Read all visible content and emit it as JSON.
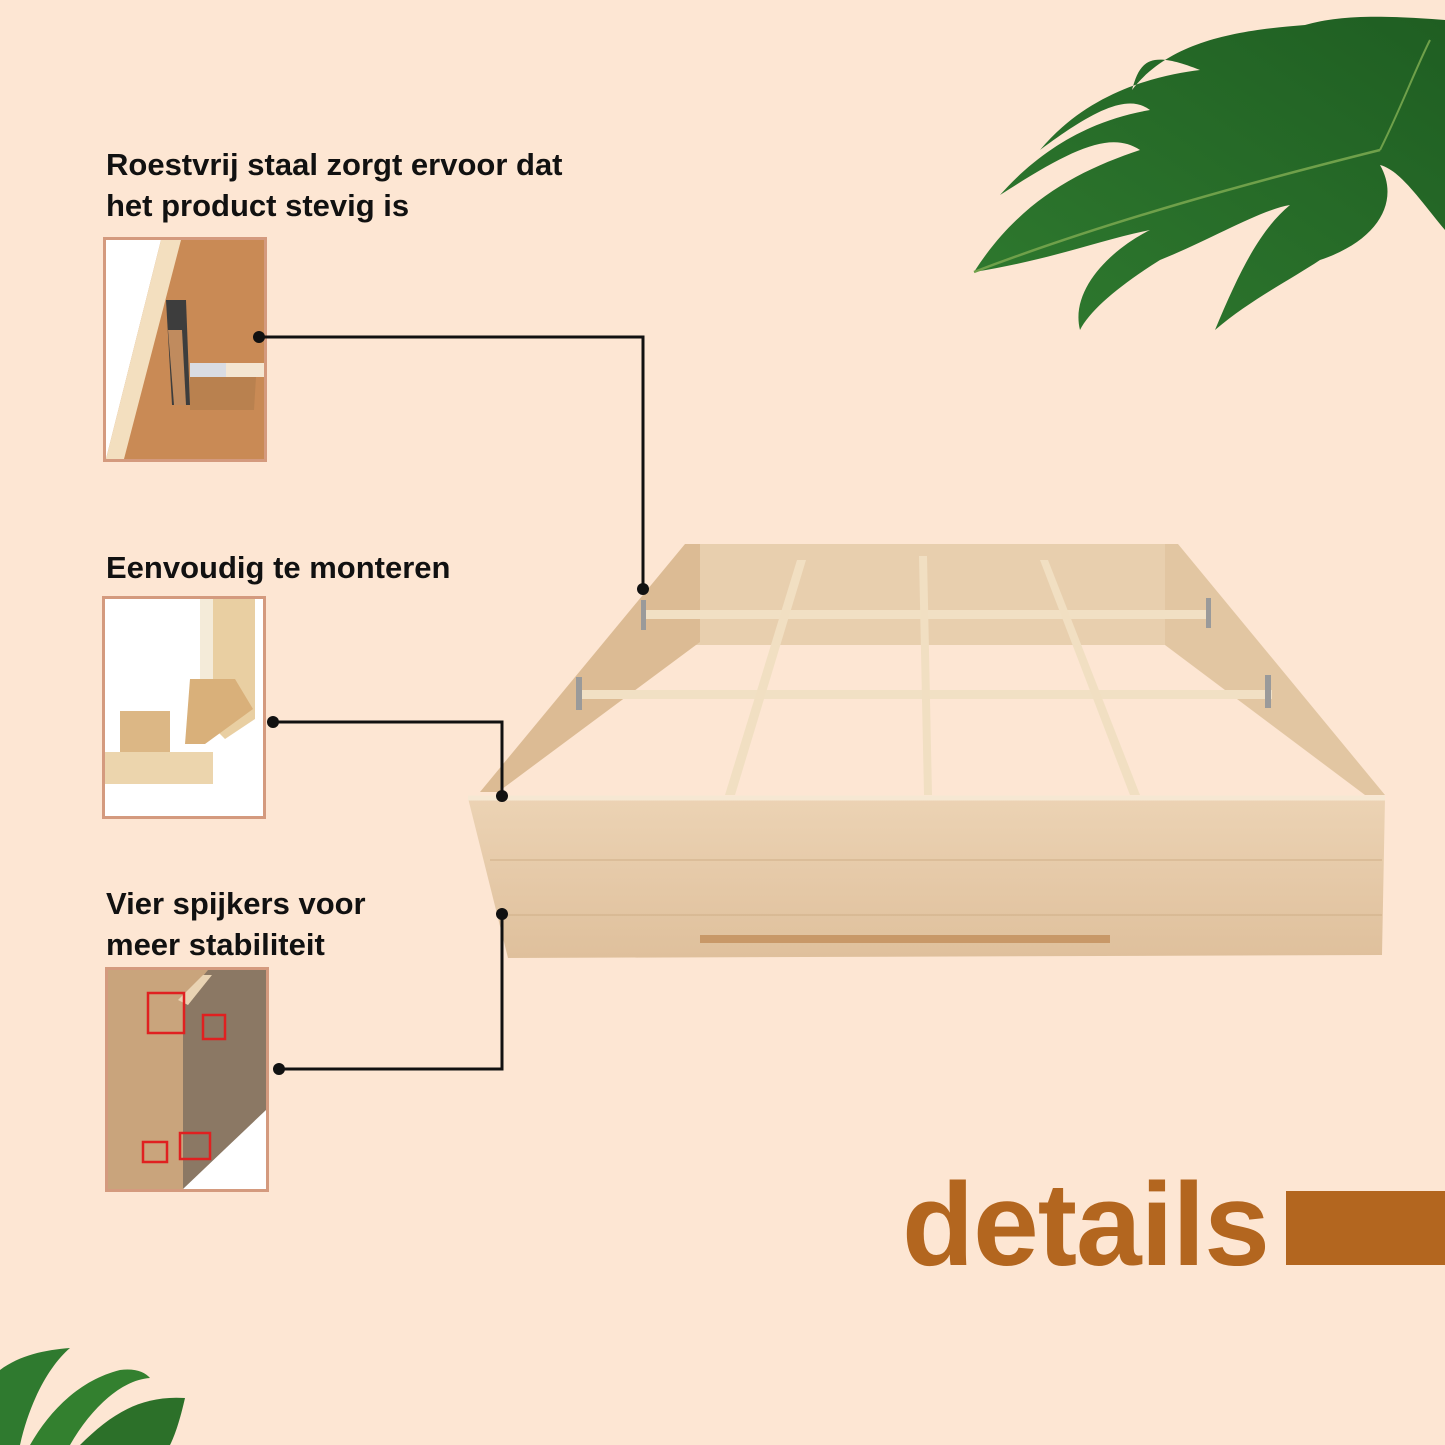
{
  "features": [
    {
      "title": "Roestvrij staal zorgt ervoor dat\nhet product stevig is",
      "image": "stainless-steel-bracket-closeup"
    },
    {
      "title": "Eenvoudig te monteren",
      "image": "wooden-joint-assembly-closeup"
    },
    {
      "title": "Vier spijkers voor\nmeer stabiliteit",
      "image": "corner-nails-closeup"
    }
  ],
  "heading": {
    "label": "details",
    "color": "#b3661f"
  },
  "colors": {
    "background": "#fde6d3",
    "accent": "#b3661f",
    "thumb_border": "#d49a7e",
    "connector": "#111111"
  },
  "product": {
    "image": "wooden-raised-garden-bed"
  },
  "decor": [
    "monstera-leaf-top-right",
    "monstera-leaf-bottom-left"
  ]
}
